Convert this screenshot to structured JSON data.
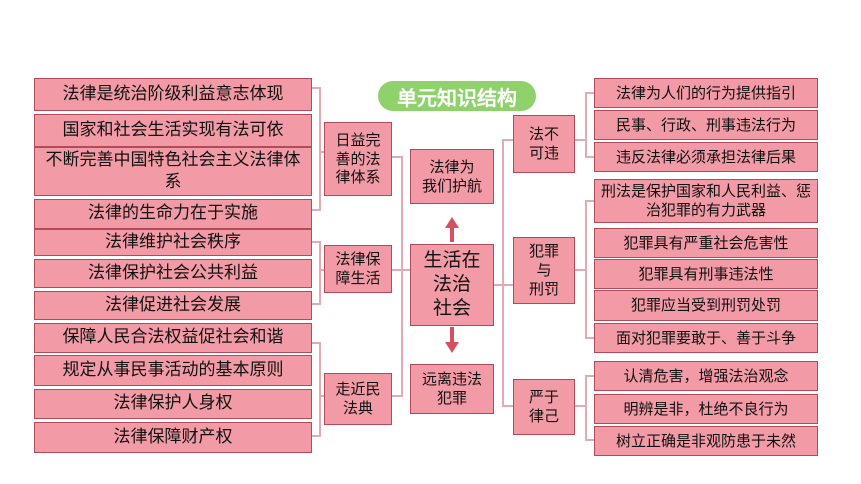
{
  "title": "单元知识结构",
  "center": "生活在\n法治\n社会",
  "top_node": "法律为\n我们护航",
  "bottom_node": "远离违法\n犯罪",
  "left": {
    "groups": [
      {
        "label": "日益完\n善的法\n律体系",
        "items": [
          "法律是统治阶级利益意志体现",
          "国家和社会生活实现有法可依",
          "不断完善中国特色社会主义法律体系",
          "法律的生命力在于实施"
        ]
      },
      {
        "label": "法律保\n障生活",
        "items": [
          "法律维护社会秩序",
          "法律保护社会公共利益",
          "法律促进社会发展"
        ]
      },
      {
        "label": "走近民\n法典",
        "items": [
          "保障人民合法权益促社会和谐",
          "规定从事民事活动的基本原则",
          "法律保护人身权",
          "法律保障财产权"
        ]
      }
    ]
  },
  "right": {
    "groups": [
      {
        "label": "法不\n可违",
        "items": [
          "法律为人们的行为提供指引",
          "民事、行政、刑事违法行为",
          "违反法律必须承担法律后果"
        ]
      },
      {
        "label": "犯罪\n与\n刑罚",
        "items": [
          "刑法是保护国家和人民利益、惩治犯罪的有力武器",
          "犯罪具有严重社会危害性",
          "犯罪具有刑事违法性",
          "犯罪应当受到刑罚处罚",
          "面对犯罪要敢于、善于斗争"
        ]
      },
      {
        "label": "严于\n律己",
        "items": [
          "认清危害，增强法治观念",
          "明辨是非，杜绝不良行为",
          "树立正确是非观防患于未然"
        ]
      }
    ]
  },
  "colors": {
    "box_fill": "#f29aa6",
    "box_border": "#b24a5a",
    "title_bg": "#8fd16b",
    "arrow": "#d8505f",
    "line": "#e2aab3"
  }
}
